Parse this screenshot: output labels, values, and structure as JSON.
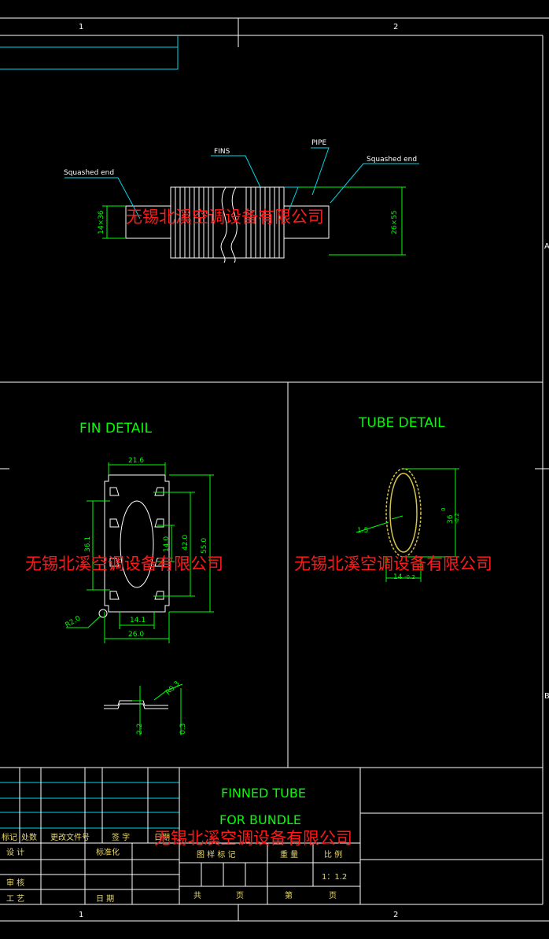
{
  "frame": {
    "col_left": "1",
    "col_right": "2",
    "row_a": "A",
    "row_b": "B"
  },
  "watermark": "无锡北溪空调设备有限公司",
  "overview": {
    "fins_label": "FINS",
    "pipe_label": "PIPE",
    "squashed_left_label": "Squashed end",
    "squashed_right_label": "Squashed end",
    "dim_left": "14×36",
    "dim_right": "26×55"
  },
  "fin_detail": {
    "title": "FIN DETAIL",
    "dim_top_width": "21.6",
    "dim_height_total": "55.0",
    "dim_inner_42": "42.0",
    "dim_inner_14": "14.0",
    "dim_left_36": "36.1",
    "dim_radius": "R2.0",
    "dim_bottom_14": "14.1",
    "dim_bottom_26": "26.0"
  },
  "fin_section": {
    "dim_radius": "R0.3",
    "dim_height": "2.2",
    "dim_thickness": "0.3"
  },
  "tube_detail": {
    "title": "TUBE DETAIL",
    "dim_wall": "1.5",
    "dim_height": "36",
    "dim_height_tol_upper": "0",
    "dim_height_tol_lower": "-0.2",
    "dim_width": "14",
    "dim_width_tol_lower": "-0.2"
  },
  "title_block": {
    "title_line1": "FINNED TUBE",
    "title_line2": "FOR BUNDLE",
    "mark": "标记",
    "count": "处数",
    "change_doc": "更改文件号",
    "signature": "签 字",
    "date_short": "日期",
    "design": "设 计",
    "standardize": "标准化",
    "stage_mark": "图 样 标 记",
    "weight": "重 量",
    "scale": "比 例",
    "scale_value": "1：1.2",
    "review": "审 核",
    "process": "工 艺",
    "date": "日 期",
    "total": "共",
    "page1": "页",
    "sheet_no": "第",
    "page2": "页"
  },
  "colors": {
    "background": "#000000",
    "frame_lines": "#ffffff",
    "dimension": "#00ff00",
    "leader": "#00d8e8",
    "tube_wall": "#d4c24a",
    "watermark": "#ff1a1a"
  }
}
